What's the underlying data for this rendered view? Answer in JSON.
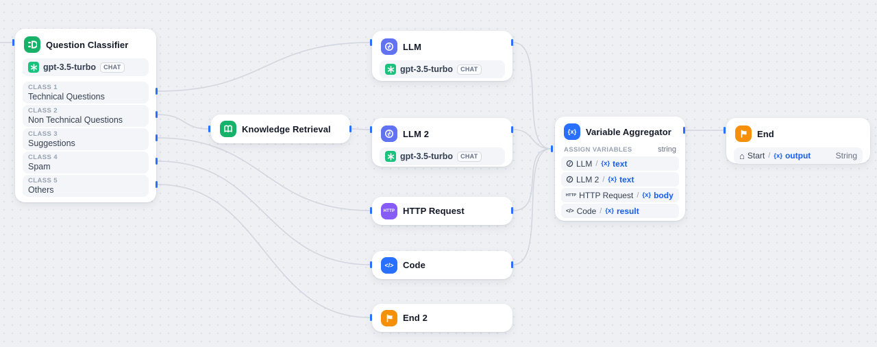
{
  "shared": {
    "sep": "/",
    "var_badge": "{x}"
  },
  "colors": {
    "handle_blue": "#2970FF",
    "link_blue": "#155EEF",
    "green": "#17B26A",
    "openai_green": "#19C37D",
    "indigo": "#6172F3",
    "violet": "#875BF7",
    "blue": "#2970FF",
    "orange": "#F79009",
    "edge_gray": "#D2D6DE"
  },
  "nodes": {
    "question_classifier": {
      "title": "Question Classifier",
      "model": {
        "name": "gpt-3.5-turbo",
        "mode": "CHAT"
      },
      "classes": [
        {
          "label": "CLASS 1",
          "name": "Technical Questions"
        },
        {
          "label": "CLASS 2",
          "name": "Non Technical Questions"
        },
        {
          "label": "CLASS 3",
          "name": "Suggestions"
        },
        {
          "label": "CLASS 4",
          "name": "Spam"
        },
        {
          "label": "CLASS 5",
          "name": "Others"
        }
      ]
    },
    "knowledge_retrieval": {
      "title": "Knowledge Retrieval"
    },
    "llm": {
      "title": "LLM",
      "model": {
        "name": "gpt-3.5-turbo",
        "mode": "CHAT"
      }
    },
    "llm2": {
      "title": "LLM 2",
      "model": {
        "name": "gpt-3.5-turbo",
        "mode": "CHAT"
      }
    },
    "http_request": {
      "title": "HTTP Request",
      "icon_label": "HTTP"
    },
    "code": {
      "title": "Code",
      "icon_label": "</>"
    },
    "end2": {
      "title": "End 2"
    },
    "variable_aggregator": {
      "title": "Variable Aggregator",
      "icon_label": "{x}",
      "section_label": "ASSIGN VARIABLES",
      "output_type": "string",
      "rows": [
        {
          "node": "LLM",
          "var": "text"
        },
        {
          "node": "LLM 2",
          "var": "text"
        },
        {
          "node": "HTTP Request",
          "var": "body"
        },
        {
          "node": "Code",
          "var": "result"
        }
      ]
    },
    "end": {
      "title": "End",
      "row": {
        "source": "Start",
        "var": "output",
        "type": "String"
      }
    }
  }
}
